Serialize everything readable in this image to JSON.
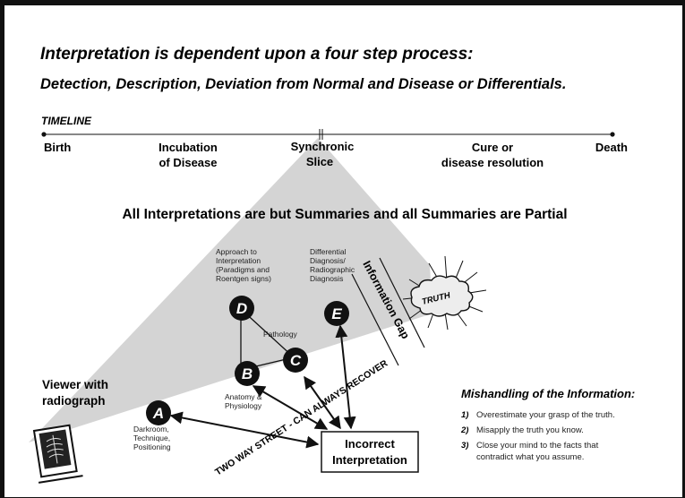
{
  "title": "Interpretation is dependent upon a four step process:",
  "subtitle": "Detection, Description, Deviation from Normal and Disease or Differentials.",
  "timeline": {
    "label": "TIMELINE",
    "points": {
      "birth": "Birth",
      "incubation_line1": "Incubation",
      "incubation_line2": "of Disease",
      "slice_line1": "Synchronic",
      "slice_line2": "Slice",
      "cure_line1": "Cure or",
      "cure_line2": "disease resolution",
      "death": "Death"
    }
  },
  "tagline": "All Interpretations are but Summaries and all Summaries are Partial",
  "nodes": {
    "A": {
      "letter": "A",
      "lines": [
        "Darkroom,",
        "Technique,",
        "Positioning"
      ]
    },
    "B": {
      "letter": "B",
      "lines": [
        "Anatomy &",
        "Physiology"
      ]
    },
    "C": {
      "letter": "C",
      "lines": [
        "Pathology"
      ]
    },
    "D": {
      "letter": "D",
      "lines": [
        "Approach to",
        "Interpretation",
        "(Paradigms and",
        "Roentgen signs)"
      ]
    },
    "E": {
      "letter": "E",
      "lines": [
        "Differential",
        "Diagnosis/",
        "Radiographic",
        "Diagnosis"
      ]
    }
  },
  "viewer": {
    "line1": "Viewer with",
    "line2": "radiograph"
  },
  "information_gap": "Information Gap",
  "truth": "TRUTH",
  "recover_label": "TWO WAY STREET - CAN ALWAYS RECOVER",
  "incorrect_box": {
    "line1": "Incorrect",
    "line2": "Interpretation"
  },
  "mishandling": {
    "heading": "Mishandling of the Information:",
    "items": [
      {
        "num": "1)",
        "lines": [
          "Overestimate your grasp of the truth."
        ]
      },
      {
        "num": "2)",
        "lines": [
          "Misapply the truth you know."
        ]
      },
      {
        "num": "3)",
        "lines": [
          "Close your mind to the facts that",
          "contradict what you assume."
        ]
      }
    ]
  },
  "colors": {
    "cone": "#d4d4d4",
    "ink": "#111111",
    "cloud": "#ededed"
  }
}
